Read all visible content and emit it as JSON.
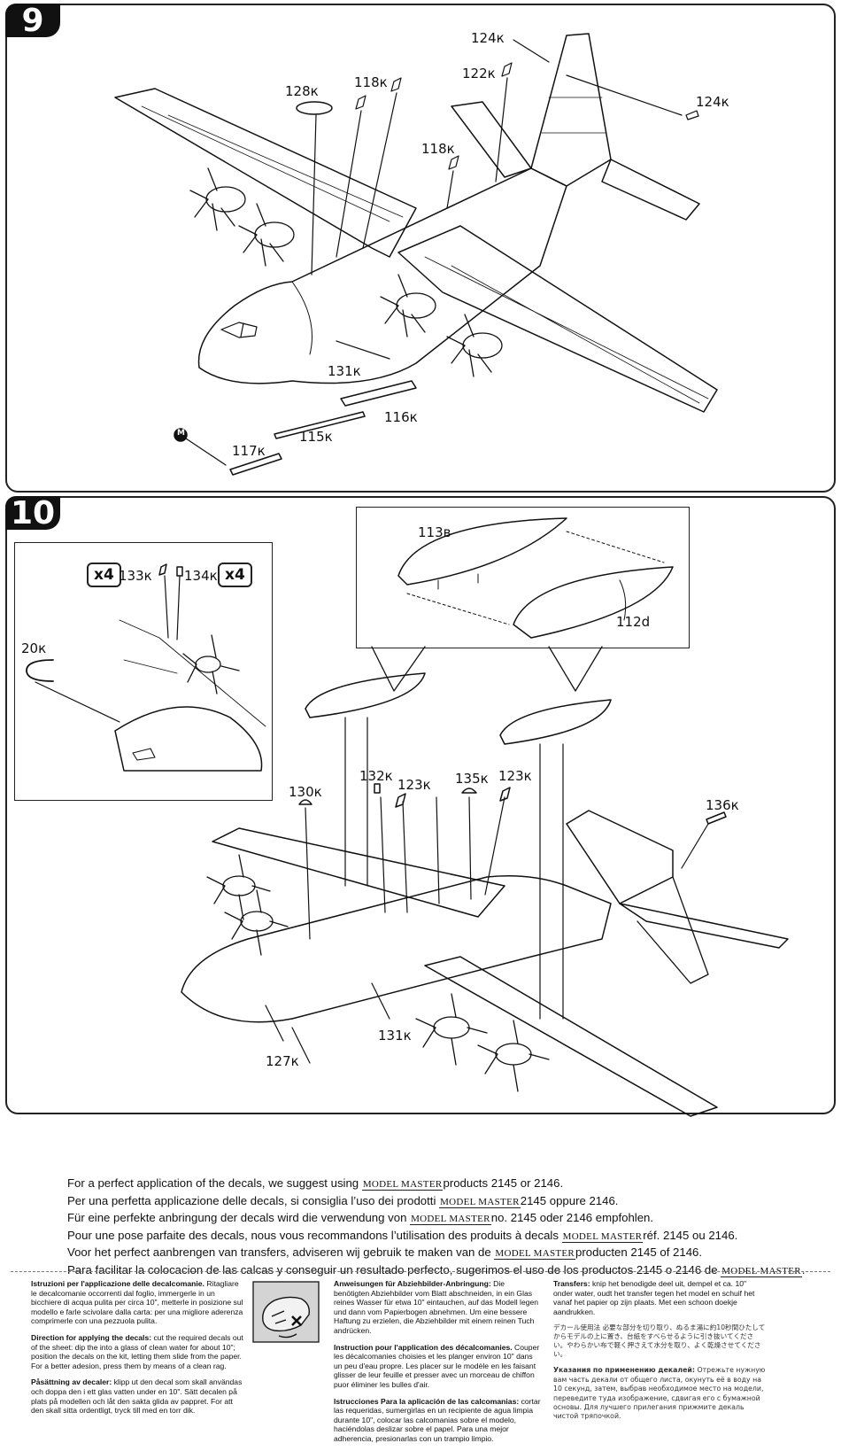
{
  "step9": {
    "number": "9",
    "labels": {
      "p128": "128к",
      "p118a": "118к",
      "p124a": "124к",
      "p122": "122к",
      "p124b": "124к",
      "p118b": "118к",
      "p131": "131к",
      "p116": "116к",
      "p115": "115к",
      "p117": "117к",
      "m": "M"
    }
  },
  "step10": {
    "number": "10",
    "labels": {
      "p113": "113в",
      "p112": "112d",
      "p133": "133к",
      "p134": "134к",
      "x4a": "x4",
      "x4b": "x4",
      "p20": "20к",
      "p130": "130к",
      "p132": "132к",
      "p123a": "123к",
      "p135": "135к",
      "p123b": "123к",
      "p136": "136к",
      "p131": "131к",
      "p127": "127к"
    }
  },
  "decal_note": {
    "brand": "MODEL MASTER",
    "en_pre": "For a perfect application of the decals, we suggest using ",
    "en_post": "products 2145 or 2146.",
    "it_pre": "Per una perfetta applicazione delle decals, si consiglia l’uso dei prodotti ",
    "it_post": "2145 oppure 2146.",
    "de_pre": "Für eine perfekte anbringung der decals wird die verwendung von ",
    "de_post": "no. 2145 oder 2146 empfohlen.",
    "fr_pre": "Pour une pose parfaite des decals, nous vous recommandons l’utilisation des produits à decals ",
    "fr_post": "réf. 2145 ou 2146.",
    "nl_pre": "Voor het perfect aanbrengen van transfers, adviseren wij gebruik te maken van de ",
    "nl_post": "producten 2145 of 2146.",
    "es_pre": "Para facilitar la colocacion de las calcas y conseguir un resultado perfecto, sugerimos el uso de los productos 2145 o 2146 de ",
    "es_post": "."
  },
  "instructions": {
    "it_title": "Istruzioni per l'applicazione delle decalcomanie.",
    "it_body": "Ritagliare le decalcomanie occorrenti dal foglio, immergerle in un bicchiere di acqua pulita per circa 10\", metterle in posizione sul modello e farle scivolare dalla carta: per una migliore aderenza comprimerle con una pezzuola pulita.",
    "en_title": "Direction for applying the decals:",
    "en_body": "cut the required decals out of the sheet: dip the into a glass of clean water for about 10\"; position the decals on the kit, letting them slide from the paper. For a better adesion, press them by means of a clean rag.",
    "sv_title": "Påsättning av decaler:",
    "sv_body": "klipp ut den decal som skall användas och doppa den i ett glas vatten under en 10\". Sätt decalen på plats på modellen och låt den sakta glida av pappret. For att den skall sitta ordentligt, tryck till med en torr dik.",
    "de_title": "Anweisungen für Abziehbilder-Anbringung:",
    "de_body": "Die benötigten Abziehbilder vom Blatt abschneiden, in ein Glas reines Wasser für etwa 10\" eintauchen, auf das Modell legen und dann vom Papierbogen abnehmen. Um eine bessere Haftung zu erzielen, die Abziehbilder mit einem reinen Tuch andrücken.",
    "fr_title": "Instruction pour l'application des décalcomanies.",
    "fr_body": "Couper les décalcomanies choisies et les planger environ 10\" dans un peu d'eau propre. Les placer sur le modèle en les faisant glisser de leur feuille et presser avec un morceau de chiffon puor éliminer les bulles d'air.",
    "es_title": "Istrucciones Para la aplicación de las calcomanias:",
    "es_body": "cortar las requeridas, sumergirlas en un recipiente de agua limpia durante 10\", colocar las calcomanias sobre el modelo, haciéndolas deslizar sobre el papel. Para una mejor adherencia, presionarlas con un trampio limpio.",
    "nl_title": "Transfers:",
    "nl_body": "knip het benodigde deel uit, dempel et ca. 10\" onder water, oudt het transfer tegen het model en schuif het vanaf het papier op zijn plaats. Met een schoon doekje aandrukken.",
    "jp": "デカール使用法  必要な部分を切り取り、ぬるま湯に約10秒間ひたしてからモデルの上に置き、台紙をすべらせるように引き抜いてください。やわらかい布で軽く押さえて水分を取り、よく乾燥させてください。",
    "ru_title": "Указания по применению декалей:",
    "ru_body": "Отрежьте нужную вам часть декали от общего листа, окунуть её в воду на 10 секунд, затем, выбрав необходимое место на модели, переведите туда изображение, сдвигая его с бумажной основы. Для лучшего прилегания прижмите декаль чистой тряпочкой."
  }
}
